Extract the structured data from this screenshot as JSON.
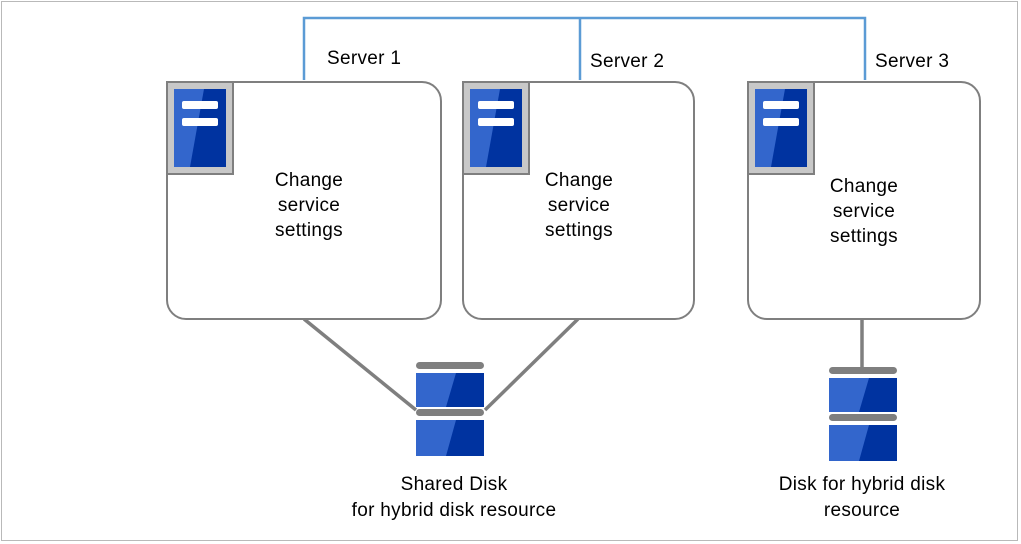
{
  "servers": [
    {
      "name": "Server 1",
      "text": [
        "Change",
        "service",
        "settings"
      ]
    },
    {
      "name": "Server 2",
      "text": [
        "Change",
        "service",
        "settings"
      ]
    },
    {
      "name": "Server 3",
      "text": [
        "Change",
        "service",
        "settings"
      ]
    }
  ],
  "disks": [
    {
      "label": [
        "Shared Disk",
        "for hybrid disk resource"
      ]
    },
    {
      "label": [
        "Disk for hybrid disk",
        "resource"
      ]
    }
  ],
  "colors": {
    "network_line": "#5b9bd5",
    "connector": "#7f7f7f",
    "box_border": "#7f7f7f",
    "icon_bg": "#c8c8c8",
    "blue_light": "#3366cc",
    "blue_dark": "#0033a0"
  }
}
